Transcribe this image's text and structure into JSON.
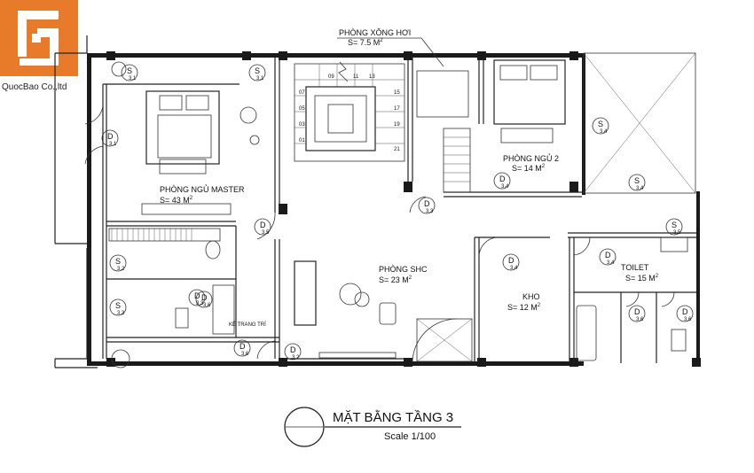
{
  "brand": {
    "name": "QuocBao Co.,ltd",
    "color": "#e87b2a"
  },
  "rooms": {
    "master": {
      "name": "PHÒNG NGỦ MASTER",
      "area": "S= 43 M",
      "sup": "2"
    },
    "bed2": {
      "name": "PHÒNG NGỦ 2",
      "area": "S= 14 M",
      "sup": "2"
    },
    "sauna": {
      "name": "PHÒNG XÔNG HƠI",
      "area": "S= 7.5 M",
      "sup": "2"
    },
    "shc": {
      "name": "PHÒNG SHC",
      "area": "S= 23 M",
      "sup": "2"
    },
    "kho": {
      "name": "KHO",
      "area": "S= 12 M",
      "sup": "2"
    },
    "toilet": {
      "name": "TOILET",
      "area": "S= 15 M",
      "sup": "2"
    }
  },
  "shelf_label": "KỆ TRANG TRÍ",
  "title": {
    "main": "MẶT BẰNG TẦNG 3",
    "scale": "Scale 1/100"
  },
  "stair_numbers": [
    "01",
    "03",
    "05",
    "07",
    "09",
    "11",
    "13",
    "15",
    "17",
    "19",
    "21"
  ],
  "tags": [
    {
      "letter": "S",
      "num": "3.1"
    },
    {
      "letter": "S",
      "num": "3.1"
    },
    {
      "letter": "D",
      "num": "3.1"
    },
    {
      "letter": "D",
      "num": "3.5"
    },
    {
      "letter": "S",
      "num": "3.2"
    },
    {
      "letter": "S",
      "num": "3.3"
    },
    {
      "letter": "D",
      "num": "3.3"
    },
    {
      "letter": "D",
      "num": "3.4"
    },
    {
      "letter": "D",
      "num": "3.3"
    },
    {
      "letter": "S",
      "num": "3.4"
    },
    {
      "letter": "S",
      "num": "3.4"
    },
    {
      "letter": "S",
      "num": "3.5"
    },
    {
      "letter": "D",
      "num": "3.4"
    },
    {
      "letter": "D",
      "num": "3.4"
    },
    {
      "letter": "D",
      "num": "3.2"
    },
    {
      "letter": "D",
      "num": "3.6"
    },
    {
      "letter": "D",
      "num": "3.6"
    },
    {
      "letter": "D",
      "num": "3.6"
    },
    {
      "letter": "D",
      "num": "3.6"
    }
  ]
}
